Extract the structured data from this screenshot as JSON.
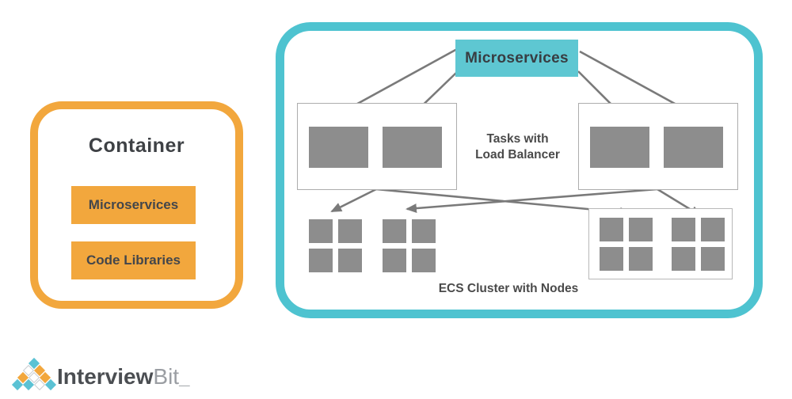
{
  "left_panel": {
    "title": "Container",
    "items": [
      {
        "label": "Microservices"
      },
      {
        "label": "Code Libraries"
      }
    ]
  },
  "right_panel": {
    "microservices_label": "Microservices",
    "tasks_label_line1": "Tasks with",
    "tasks_label_line2": "Load Balancer",
    "cluster_label": "ECS Cluster with Nodes"
  },
  "logo": {
    "name_primary": "Interview",
    "name_secondary": "Bit",
    "cursor": "_"
  },
  "colors": {
    "orange": "#F2A73D",
    "teal_border": "#4EC3D0",
    "teal_fill": "#5EC7D2",
    "gray_block": "#8D8D8D",
    "arrow": "#7A7A7A",
    "text_dark": "#3E4145"
  }
}
